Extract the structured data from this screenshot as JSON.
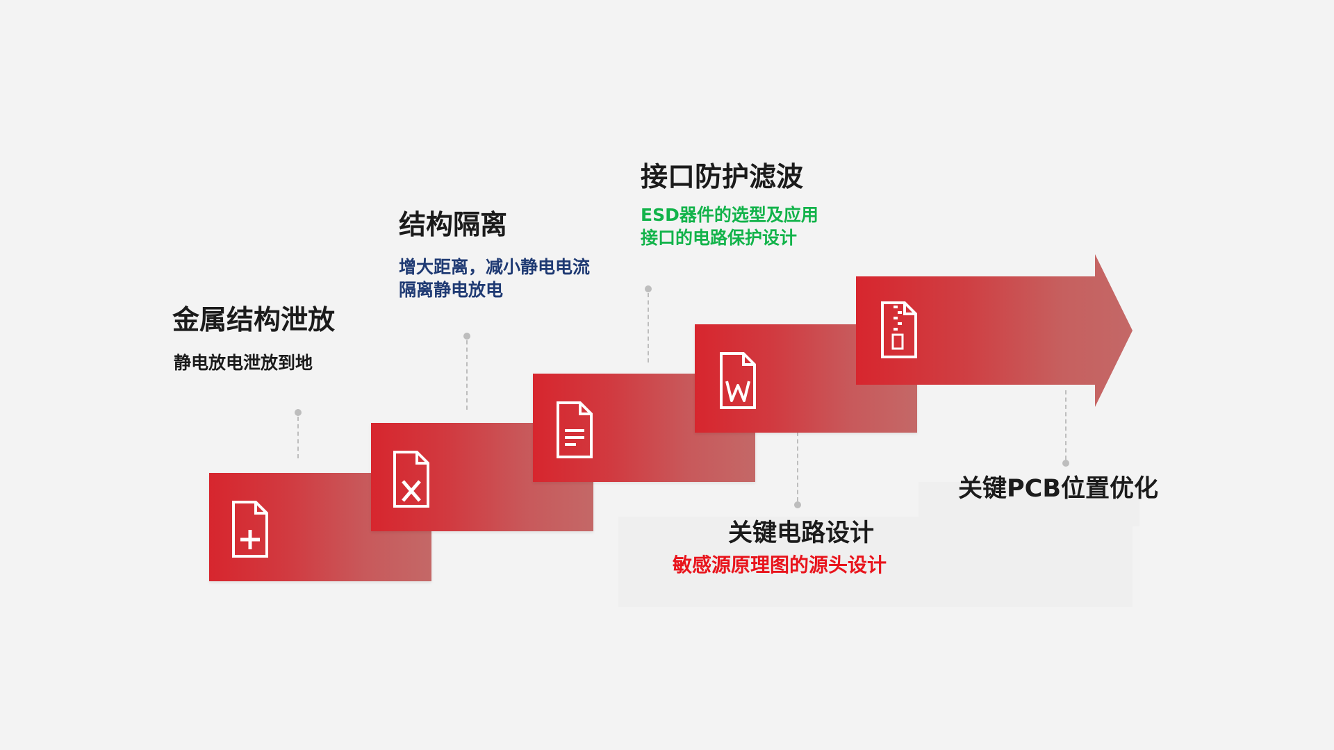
{
  "steps": [
    {
      "title": "金属结构泄放",
      "subtitle_lines": [
        "静电放电泄放到地"
      ],
      "icon": "file-plus-icon"
    },
    {
      "title": "结构隔离",
      "subtitle_lines": [
        "增大距离，减小静电电流",
        "隔离静电放电"
      ],
      "icon": "file-x-icon"
    },
    {
      "title": "接口防护滤波",
      "subtitle_lines": [
        "ESD器件的选型及应用",
        "接口的电路保护设计"
      ],
      "icon": "file-text-icon"
    },
    {
      "title": "关键电路设计",
      "subtitle_lines": [
        "敏感源原理图的源头设计"
      ],
      "icon": "file-word-icon"
    },
    {
      "title": "关键PCB位置优化",
      "subtitle_lines": [],
      "icon": "file-zip-icon"
    }
  ],
  "colors": {
    "background": "#f3f3f3",
    "step_red": "#d7262e",
    "step_fade": "#c46867",
    "subtitle_navy": "#1f3a73",
    "subtitle_green": "#12b34a",
    "subtitle_red": "#e8141c",
    "title_black": "#1b1b1b"
  }
}
